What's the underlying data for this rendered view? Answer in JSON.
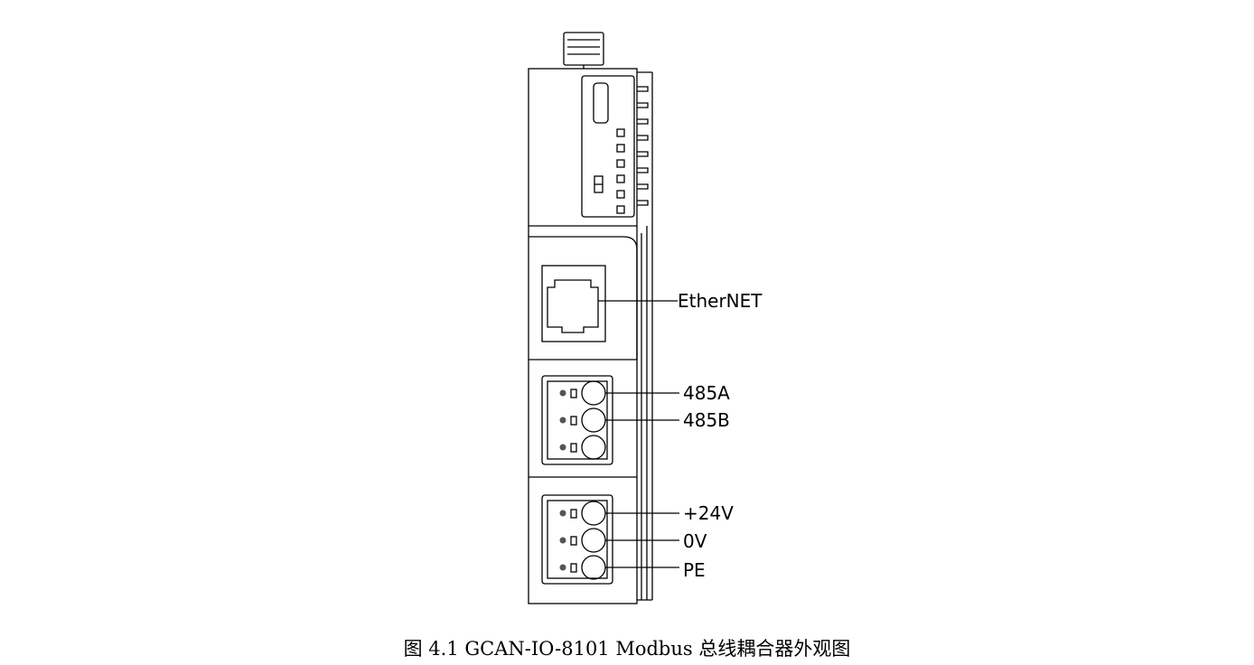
{
  "figure": {
    "caption": "图 4.1 GCAN-IO-8101 Modbus 总线耦合器外观图",
    "line_color": "#000000",
    "led_dot_color": "#555555",
    "background": "#ffffff"
  },
  "labels": {
    "ethernet": "EtherNET",
    "rs485_a": "485A",
    "rs485_b": "485B",
    "power_24v": "+24V",
    "power_0v": "0V",
    "power_pe": "PE"
  }
}
